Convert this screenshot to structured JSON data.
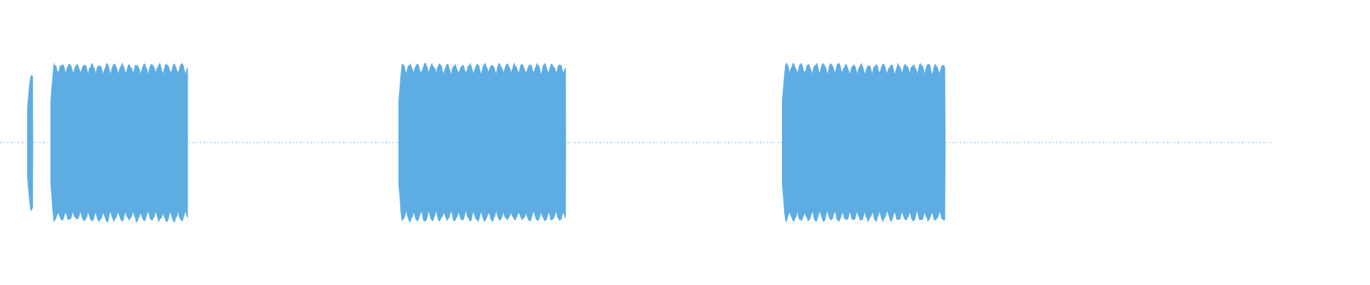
{
  "waveform": {
    "color": "#5dade2",
    "background": "#ffffff",
    "duration_fraction": 0.93,
    "noise_level": 0.012,
    "segments": [
      {
        "start": 0.02,
        "end": 0.024,
        "amplitude": 0.48
      },
      {
        "start": 0.037,
        "end": 0.137,
        "amplitude": 0.56
      },
      {
        "start": 0.291,
        "end": 0.413,
        "amplitude": 0.56
      },
      {
        "start": 0.571,
        "end": 0.69,
        "amplitude": 0.56
      }
    ]
  }
}
